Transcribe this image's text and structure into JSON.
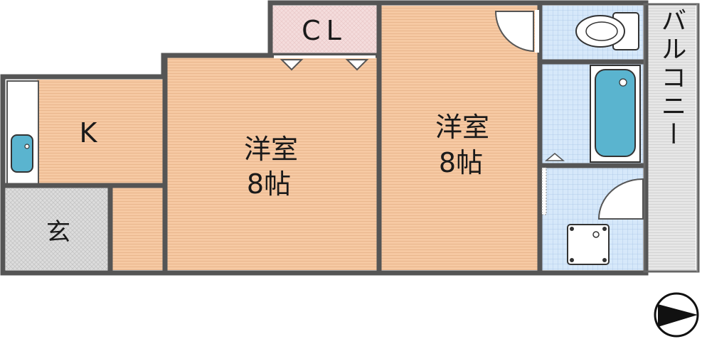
{
  "floorplan": {
    "rooms": {
      "closet": {
        "label": "CL"
      },
      "kitchen": {
        "label": "K"
      },
      "entrance": {
        "label": "玄"
      },
      "western_room_1": {
        "label": "洋室",
        "size": "8帖"
      },
      "western_room_2": {
        "label": "洋室",
        "size": "8帖"
      },
      "balcony": {
        "label": "バルコニー"
      }
    },
    "compass": {
      "icon": "north-arrow-icon",
      "direction": "east"
    },
    "colors": {
      "wall": "#555555",
      "flooring": "#f6c9a3",
      "closet": "#f4dcdc",
      "wet_area": "#cfe3f6",
      "tile_grid": "#8fb4dc",
      "entrance": "#d8d8d8",
      "balcony": "#e6e6e6",
      "fixture": "#5ab4cf"
    }
  }
}
